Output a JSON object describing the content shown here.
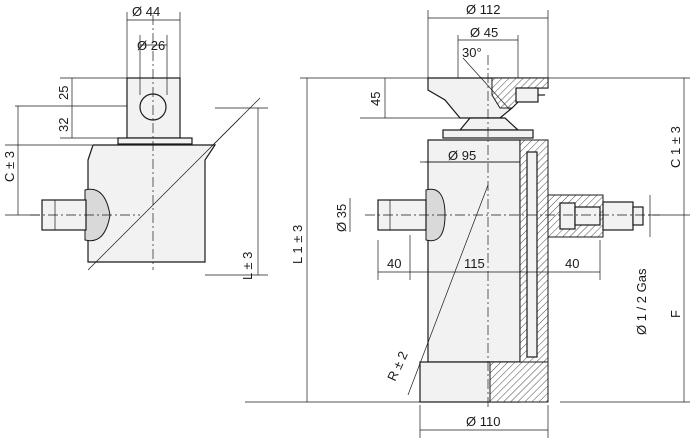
{
  "labels": {
    "left_top_outer_dia": "Ø 44",
    "left_top_inner_dia": "Ø 26",
    "left_dim_25": "25",
    "left_dim_32": "32",
    "left_dim_c": "C ± 3",
    "left_dim_l": "L ± 3",
    "right_top_dia_112": "Ø 112",
    "right_top_dia_45": "Ø 45",
    "right_angle": "30°",
    "right_dim_45": "45",
    "right_dim_l1": "L 1 ± 3",
    "right_dia_95": "Ø 95",
    "right_dia_35": "Ø 35",
    "right_dim_40_left": "40",
    "right_dim_115": "115",
    "right_dim_40_right": "40",
    "right_dim_c1": "C 1 ± 3",
    "right_port": "Ø 1 / 2 Gas",
    "right_dim_f": "F",
    "right_radius": "R ± 2",
    "right_bottom_dia": "Ø 110"
  }
}
